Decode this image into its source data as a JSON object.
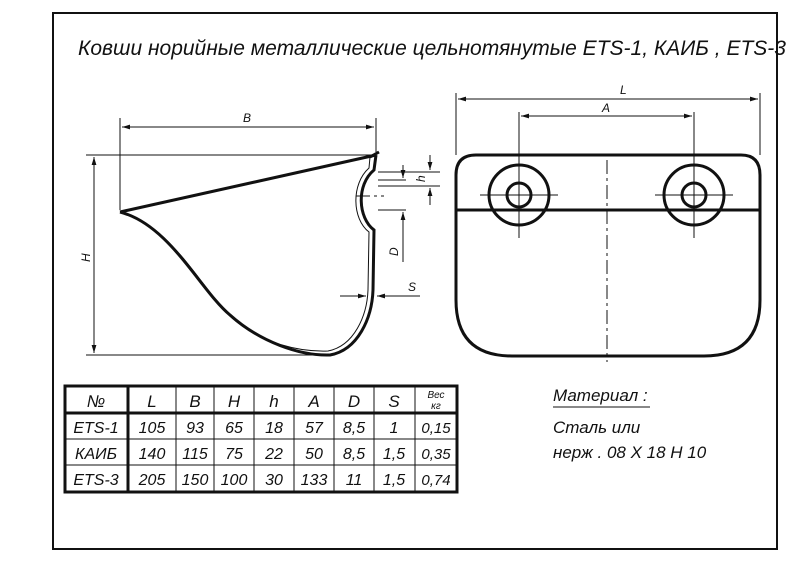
{
  "title": "Ковши норийные металлические цельнотянутые  ETS-1,  КАИБ , ETS-3",
  "dims": {
    "B": "B",
    "H": "H",
    "h": "h",
    "D": "D",
    "S": "S",
    "L": "L",
    "A": "A"
  },
  "table": {
    "headers": [
      "№",
      "L",
      "B",
      "H",
      "h",
      "A",
      "D",
      "S"
    ],
    "weight_header": [
      "Вес",
      "кг"
    ],
    "rows": [
      [
        "ETS-1",
        "105",
        "93",
        "65",
        "18",
        "57",
        "8,5",
        "1",
        "0,15"
      ],
      [
        "КАИБ",
        "140",
        "115",
        "75",
        "22",
        "50",
        "8,5",
        "1,5",
        "0,35"
      ],
      [
        "ETS-3",
        "205",
        "150",
        "100",
        "30",
        "133",
        "11",
        "1,5",
        "0,74"
      ]
    ]
  },
  "material": {
    "label": "Материал :",
    "line1": "Сталь или",
    "line2": "нерж .  08 Х 18 Н 10"
  }
}
